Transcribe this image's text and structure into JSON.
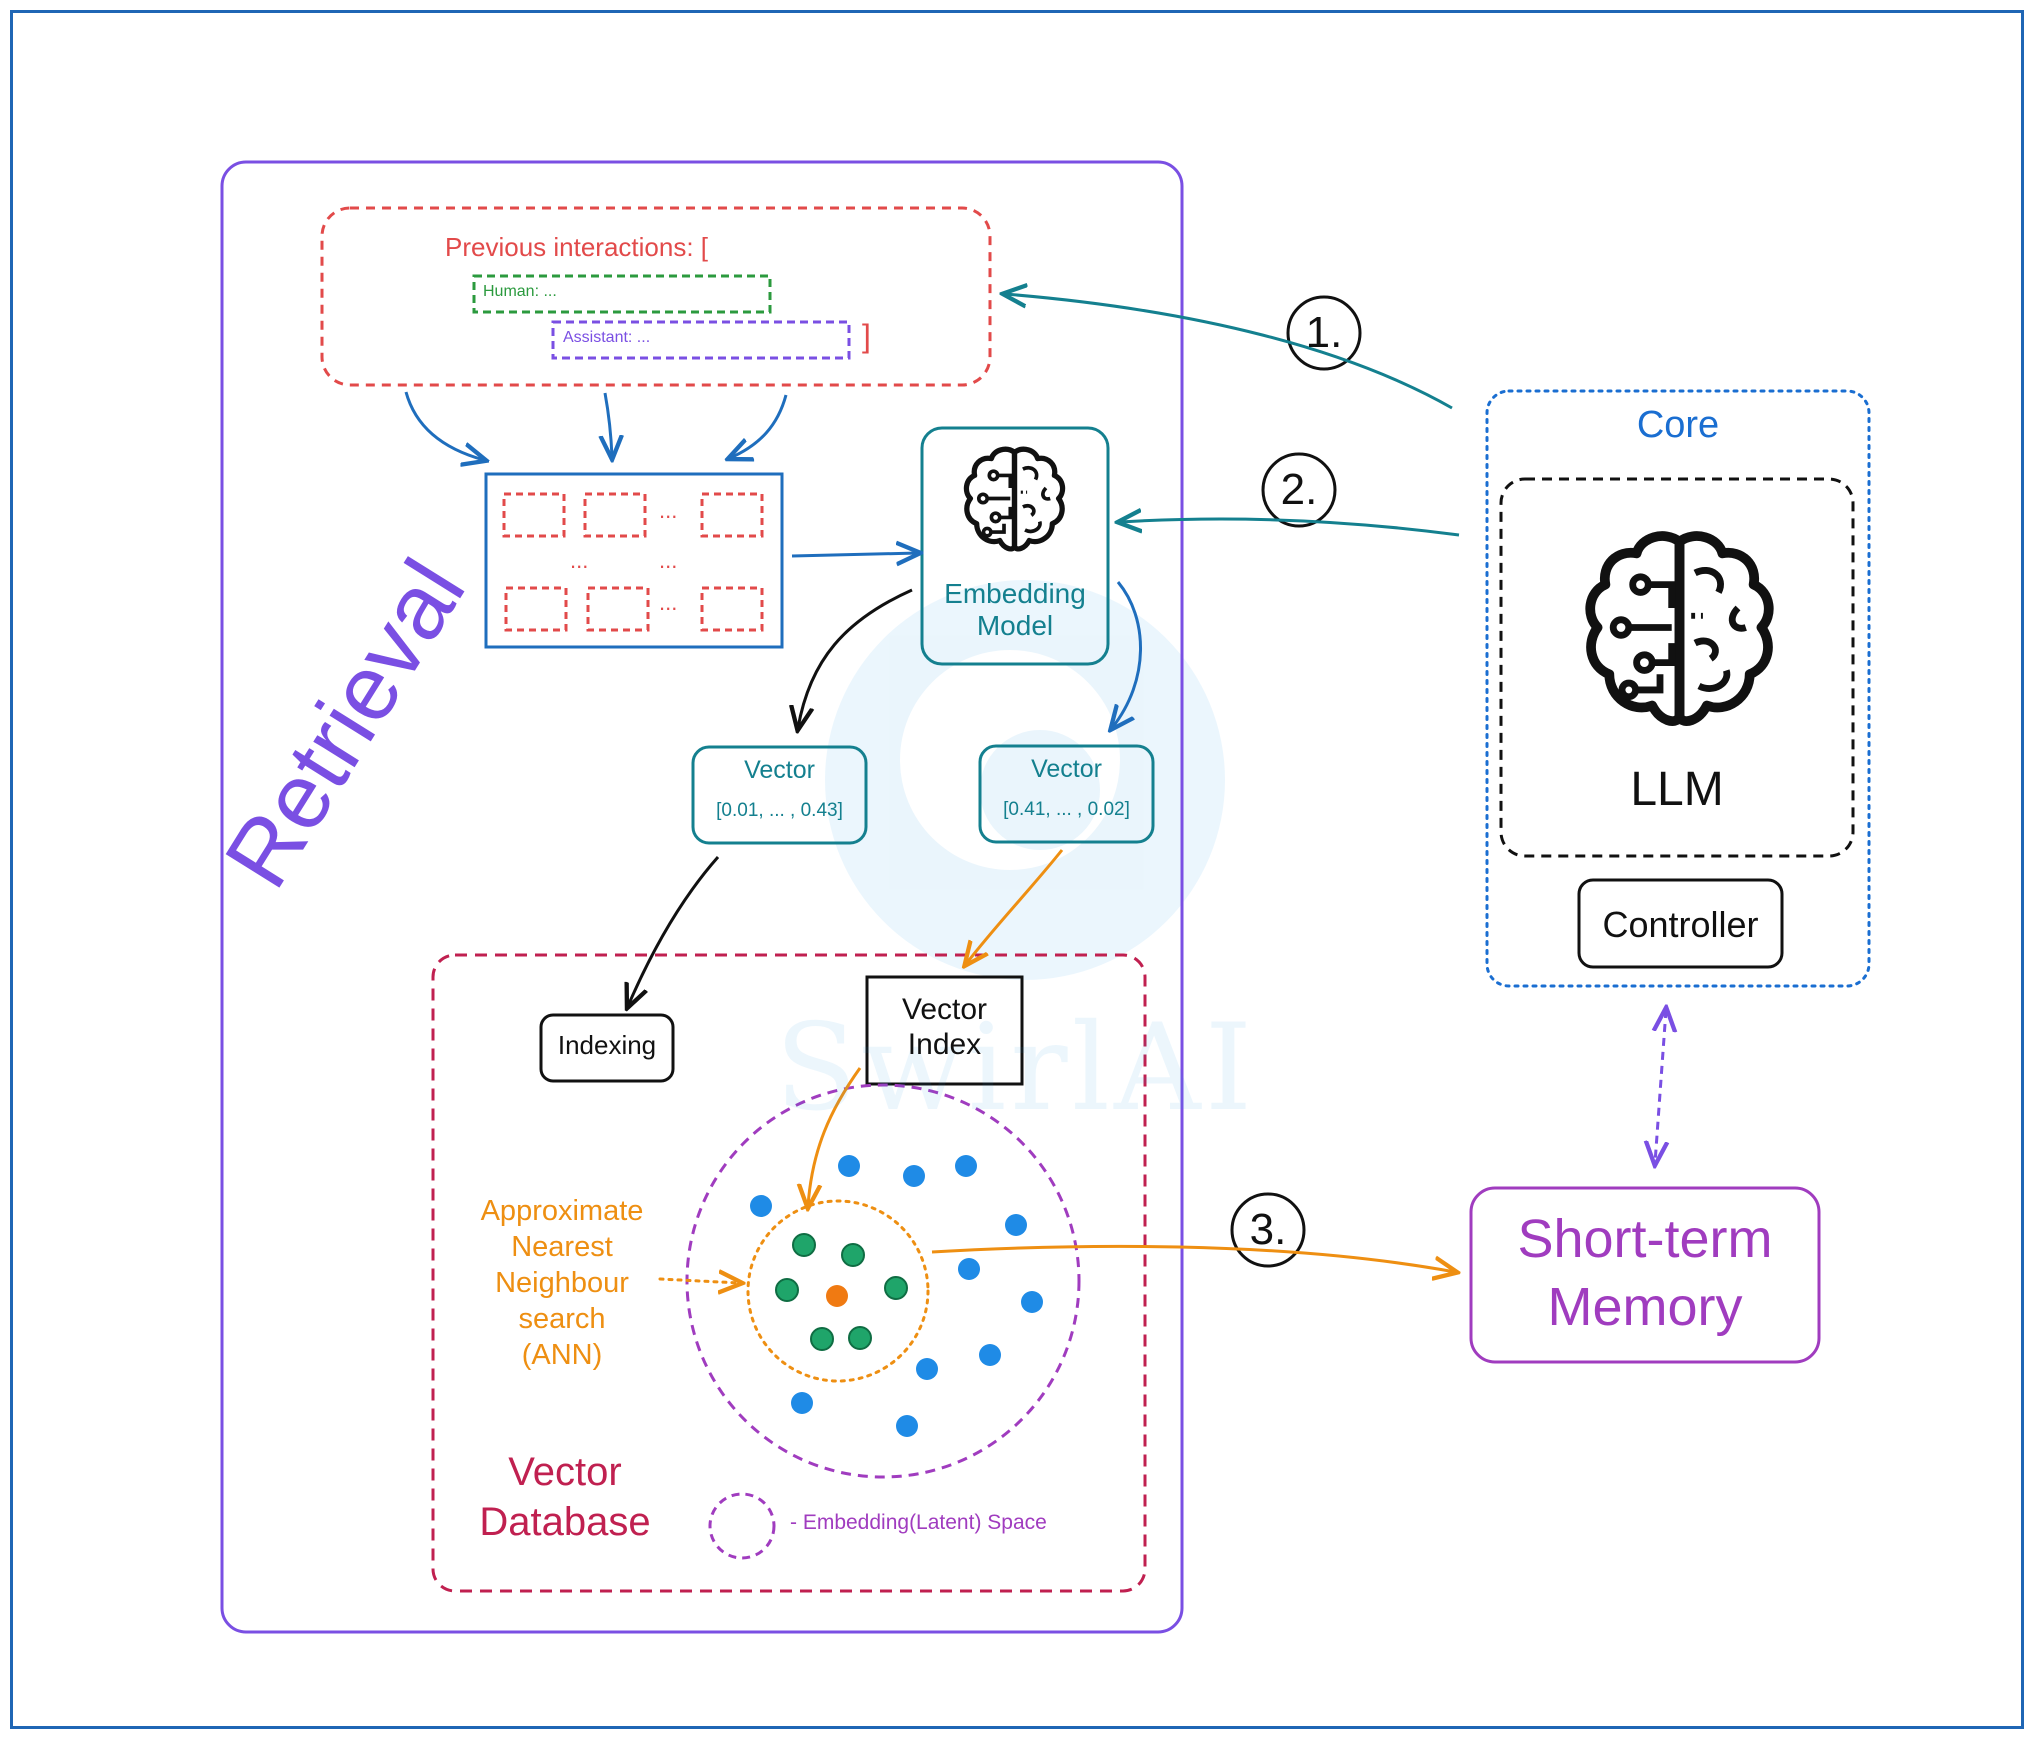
{
  "colors": {
    "frame": "#1f66b5",
    "retrieval": "#7a4fe3",
    "interactions": "#e24a4a",
    "human": "#2b9a3e",
    "assistant": "#7a4fe3",
    "chunks_box": "#1f6ebd",
    "teal": "#14808f",
    "core": "#1a6ed1",
    "db": "#c02050",
    "orange": "#ee8f12",
    "memory": "#a03cbf",
    "latent": "#a03cbf",
    "blue_dot": "#1f8be6",
    "green_dot": "#1fa56a",
    "query_dot": "#f07a12",
    "black": "#111111"
  },
  "icons": [
    "brain-circuit-icon"
  ],
  "retrieval": {
    "label": "Retrieval"
  },
  "interactions": {
    "title": "Previous interactions: [",
    "human": "Human: ...",
    "assistant": "Assistant: ...",
    "close_bracket": "]"
  },
  "chunks": {
    "ellipses": [
      "...",
      "...",
      "...",
      "..."
    ]
  },
  "embedding_model": {
    "label_line1": "Embedding",
    "label_line2": "Model"
  },
  "vectors": [
    {
      "title": "Vector",
      "values": "[0.01, ... , 0.43]"
    },
    {
      "title": "Vector",
      "values": "[0.41, ... , 0.02]"
    }
  ],
  "indexing": {
    "label": "Indexing"
  },
  "vector_index": {
    "line1": "Vector",
    "line2": "Index"
  },
  "ann": {
    "lines": [
      "Approximate",
      "Nearest",
      "Neighbour",
      "search",
      "(ANN)"
    ]
  },
  "vector_db": {
    "line1": "Vector",
    "line2": "Database"
  },
  "legend": {
    "label": "- Embedding(Latent) Space"
  },
  "core": {
    "title": "Core",
    "llm": "LLM",
    "controller": "Controller"
  },
  "memory": {
    "line1": "Short-term",
    "line2": "Memory"
  },
  "steps": [
    "1.",
    "2.",
    "3."
  ],
  "watermark": "SwirlAI"
}
